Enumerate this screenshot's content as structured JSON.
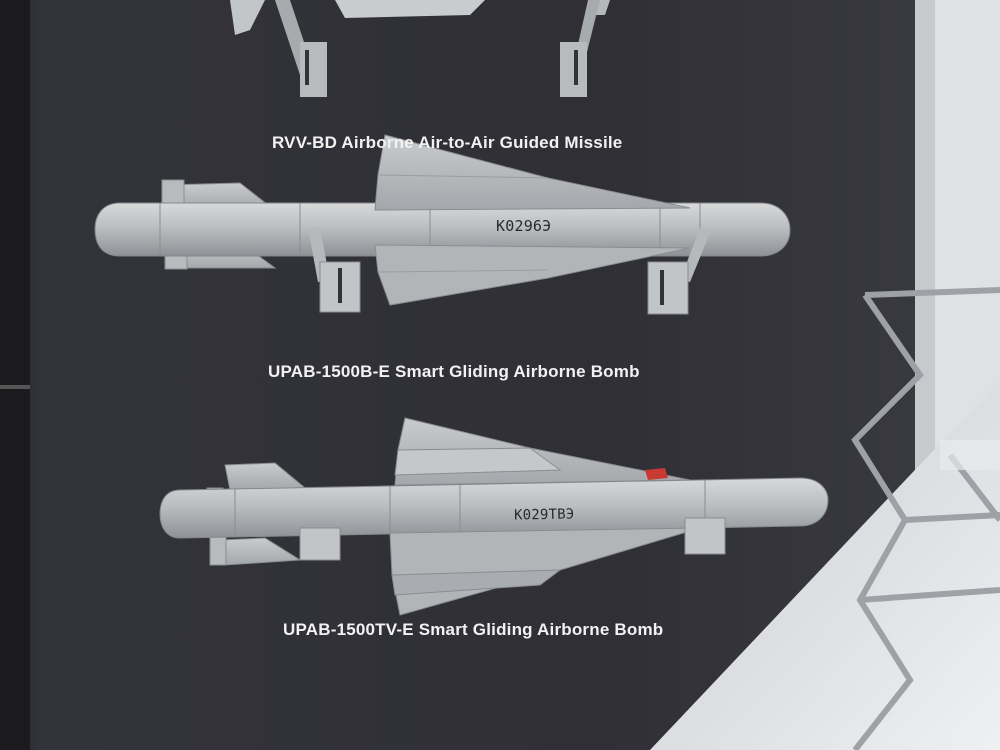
{
  "labels": {
    "rvv_bd": "RVV-BD Airborne Air-to-Air Guided Missile",
    "upab_1500b": "UPAB-1500B-E Smart Gliding Airborne Bomb",
    "upab_1500tv": "UPAB-1500TV-E Smart Gliding Airborne Bomb"
  },
  "markings": {
    "bomb_b": "K0296Э",
    "bomb_tv": "K029TBЭ"
  },
  "colors": {
    "wall": "#2e2e33",
    "body": "#b9bcbf",
    "accent": "#c83a32"
  }
}
